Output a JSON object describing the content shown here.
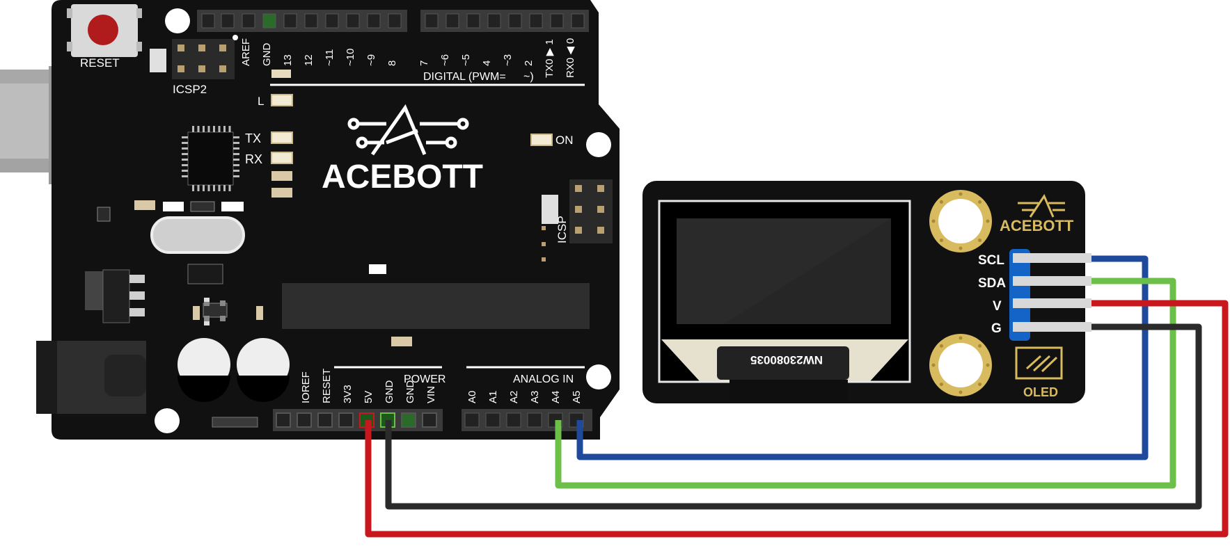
{
  "board": {
    "brand": "ACEBOTT",
    "reset_label": "RESET",
    "icsp2_label": "ICSP2",
    "icsp_label": "ICSP",
    "digital_label": "DIGITAL (PWM=",
    "digital_tilde": "~)",
    "led_l": "L",
    "led_tx": "TX",
    "led_rx": "RX",
    "on_label": "ON",
    "power_label": "POWER",
    "analog_label": "ANALOG IN",
    "digital_pins": [
      "AREF",
      "GND",
      "13",
      "12",
      "~11",
      "~10",
      "~9",
      "8",
      "7",
      "~6",
      "~5",
      "4",
      "~3",
      "2",
      "TX0 ▶ 1",
      "RX0 ◀ 0"
    ],
    "power_pins": [
      "IOREF",
      "RESET",
      "3V3",
      "5V",
      "GND",
      "GND",
      "VIN"
    ],
    "analog_pins": [
      "A0",
      "A1",
      "A2",
      "A3",
      "A4",
      "A5"
    ]
  },
  "oled": {
    "brand": "ACEBOTT",
    "chip_text": "NW23080035",
    "module_label": "OLED",
    "pins": [
      "SCL",
      "SDA",
      "V",
      "G"
    ]
  },
  "wires": [
    {
      "from": "A5",
      "to": "SCL",
      "color": "#1f4a9c"
    },
    {
      "from": "A4",
      "to": "SDA",
      "color": "#6cc04a"
    },
    {
      "from": "5V",
      "to": "V",
      "color": "#c8181e"
    },
    {
      "from": "GND",
      "to": "G",
      "color": "#2b2b2b"
    }
  ]
}
